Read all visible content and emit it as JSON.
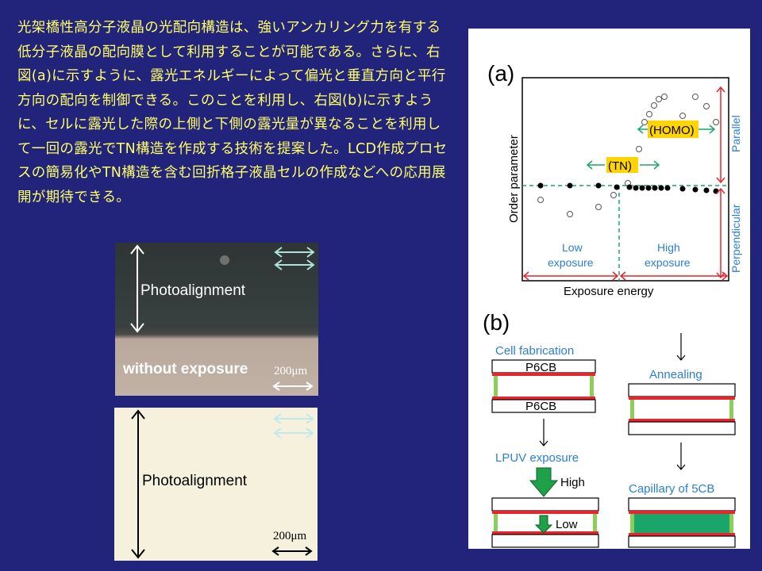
{
  "description": "光架橋性高分子液晶の光配向構造は、強いアンカリング力を有する低分子液晶の配向膜として利用することが可能である。さらに、右図(a)に示すように、露光エネルギーによって偏光と垂直方向と平行方向の配向を制御できる。このことを利用し、右図(b)に示すように、セルに露光した際の上側と下側の露光量が異なることを利用して一回の露光でTN構造を作成する技術を提案した。LCD作成プロセスの簡易化やTN構造を含む回折格子液晶セルの作成などへの応用展開が期待できる。",
  "photo1": {
    "label": "Photoalignment",
    "bottom_label": "without exposure",
    "scale": "200μm"
  },
  "photo2": {
    "label": "Photoalignment",
    "scale": "200μm"
  },
  "figure_a": {
    "panel_label": "(a)",
    "y_axis": "Order parameter",
    "x_axis": "Exposure energy",
    "tn_label": "(TN)",
    "homo_label": "(HOMO)",
    "low_label_1": "Low",
    "low_label_2": "exposure",
    "high_label_1": "High",
    "high_label_2": "exposure",
    "parallel_label": "Parallel",
    "perpendicular_label": "Perpendicular"
  },
  "figure_b": {
    "panel_label": "(b)",
    "step1": "Cell fabrication",
    "layer_top": "P6CB",
    "layer_bottom": "P6CB",
    "step2": "LPUV exposure",
    "high": "High",
    "low": "Low",
    "step3": "Annealing",
    "step4": "Capillary of 5CB"
  },
  "colors": {
    "background": "#22237a",
    "text": "#ffff66",
    "red": "#e8242c",
    "green": "#1aa66a",
    "blue": "#2a7fd4",
    "label_highlight": "#ffd400"
  }
}
